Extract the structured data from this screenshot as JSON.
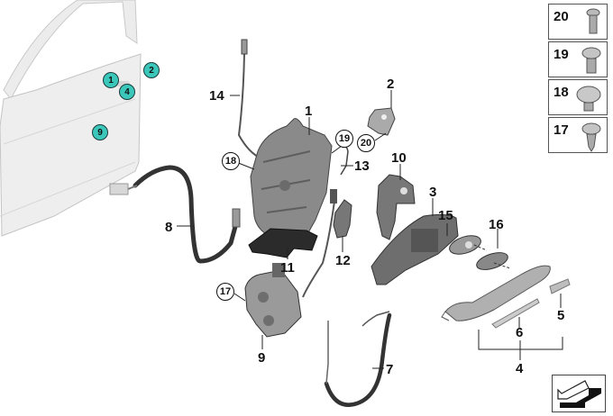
{
  "diagram": {
    "title": "Door lock and outside handle exploded view",
    "badge_color": "#3cc7bb",
    "door_locator_badges": [
      "1",
      "2",
      "4",
      "9"
    ],
    "part_labels": {
      "p1": "1",
      "p2": "2",
      "p3": "3",
      "p4": "4",
      "p5": "5",
      "p6": "6",
      "p7": "7",
      "p8": "8",
      "p9": "9",
      "p10": "10",
      "p11": "11",
      "p12": "12",
      "p13": "13",
      "p14": "14",
      "p15": "15",
      "p16": "16"
    },
    "circled_labels": {
      "c17": "17",
      "c18": "18",
      "c19": "19",
      "c20": "20"
    },
    "fastener_legend": [
      {
        "number": "20",
        "icon": "screw-countersunk-icon"
      },
      {
        "number": "19",
        "icon": "screw-pan-head-icon"
      },
      {
        "number": "18",
        "icon": "screw-flat-head-icon"
      },
      {
        "number": "17",
        "icon": "screw-flange-tapping-icon"
      }
    ],
    "nav_icon": "arrow-back-icon"
  }
}
